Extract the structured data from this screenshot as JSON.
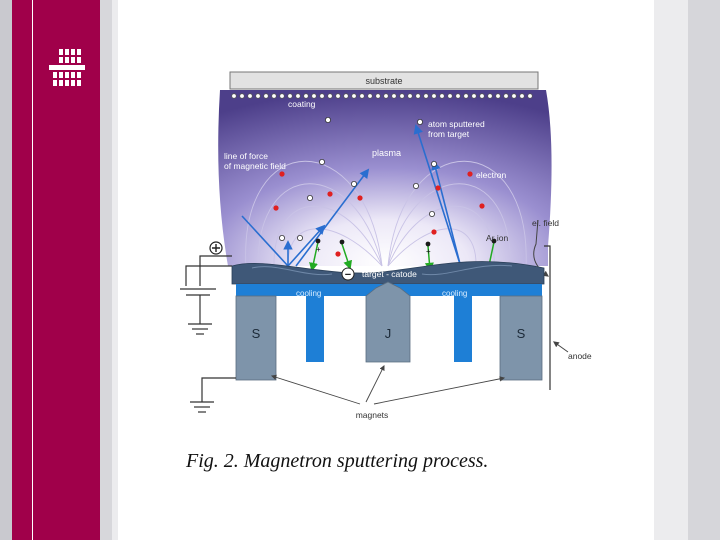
{
  "labels": {
    "substrate": "substrate",
    "coating": "coating",
    "atom_sputtered_line1": "atom sputtered",
    "atom_sputtered_line2": "from target",
    "plasma": "plasma",
    "line_of_force_line1": "line of force",
    "line_of_force_line2": "of magnetic field",
    "electron": "electron",
    "el_field": "el. field",
    "ion": "Ar ion",
    "plus_sign": "+",
    "minus_sign": "−",
    "target": "target - catode",
    "cooling_left": "cooling",
    "cooling_right": "cooling",
    "pole_s_left": "S",
    "pole_j": "J",
    "pole_s_right": "S",
    "anode": "anode",
    "magnets": "magnets"
  },
  "caption": "Fig. 2. Magnetron sputtering process.",
  "colors": {
    "brand_magenta": "#a0004a",
    "plasma_dark": "#4d3f8a",
    "plasma_light": "#ece8f7",
    "target_blue": "#3f5878",
    "cooling_blue": "#1e7fd6",
    "magnet_gray": "#7e94aa",
    "electron_red": "#e02020",
    "ion_green": "#22aa22",
    "trajectory_blue": "#2a6ed0"
  },
  "icons": {
    "logo": "grid-logo-icon",
    "positive": "plus-circle-icon",
    "negative": "minus-circle-icon"
  }
}
